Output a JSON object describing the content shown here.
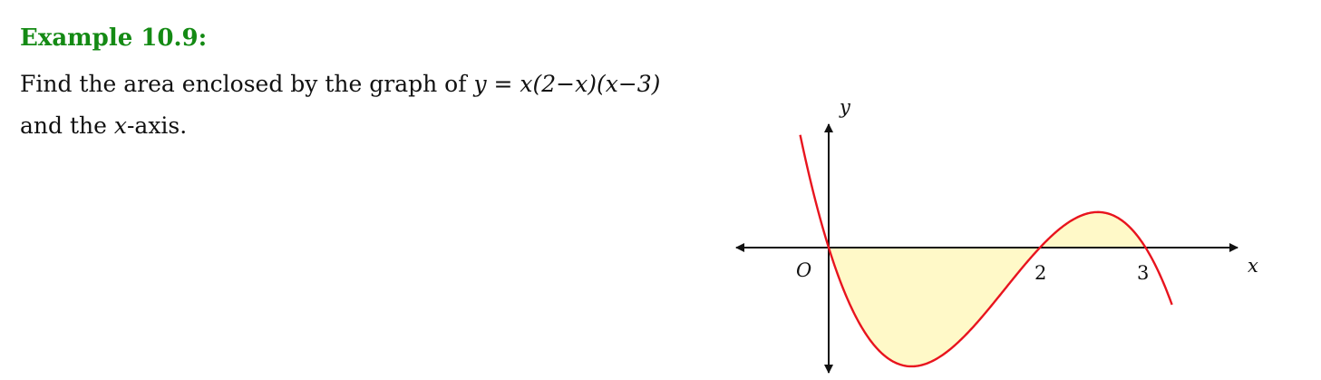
{
  "example": {
    "heading": "Example 10.9:",
    "heading_color": "#148a14",
    "line1_prefix": "Find the area enclosed by the graph of ",
    "equation": "y = x(2−x)(x−3)",
    "line2_prefix": "and the ",
    "line2_var": "x",
    "line2_suffix": "-axis."
  },
  "graph": {
    "x_label": "x",
    "y_label": "y",
    "origin_label": "O",
    "root_labels": [
      "2",
      "3"
    ],
    "curve_color": "#e8141e",
    "shade_color": "#fff9c8",
    "axis_color": "#111111"
  },
  "chart_data": {
    "type": "line",
    "series": [
      {
        "values": [
          [
            -0.2,
            1.408
          ],
          [
            0,
            0
          ],
          [
            1.0,
            -2.0
          ],
          [
            2,
            0
          ],
          [
            2.549,
            0.631
          ],
          [
            3,
            0
          ],
          [
            3.2,
            -0.768
          ]
        ]
      }
    ],
    "function": "x(2-x)(x-3)",
    "xlabel": "x",
    "ylabel": "y",
    "xticks": [
      "2",
      "3"
    ],
    "shaded_region": "between curve and x-axis from x=0 to x=3",
    "grid": false
  }
}
